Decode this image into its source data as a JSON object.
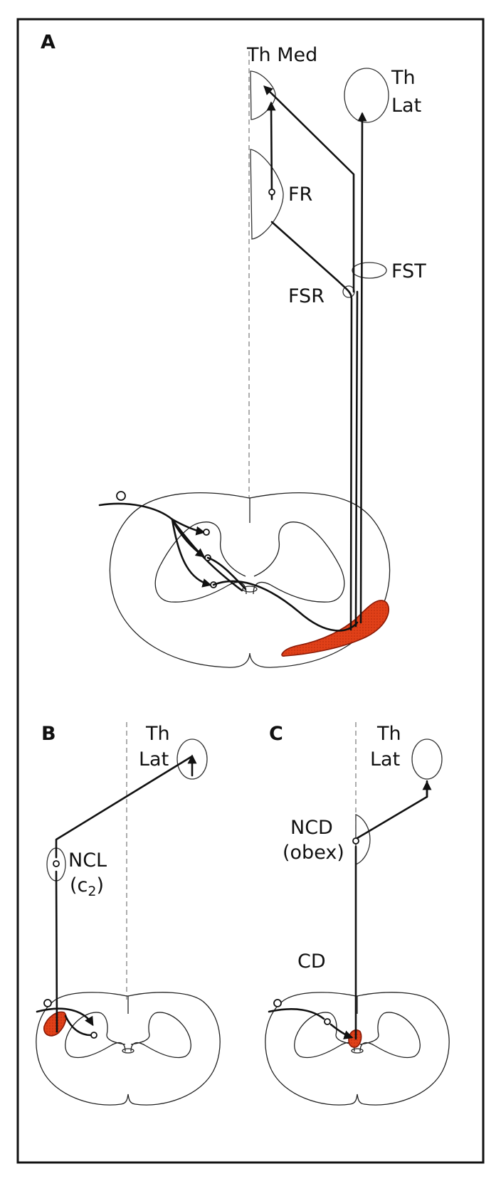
{
  "colors": {
    "lesion": "#e04018",
    "ink": "#111111",
    "midline": "#777777"
  },
  "panel_a": {
    "letter": "A",
    "th_med": "Th Med",
    "th_lat_1": "Th",
    "th_lat_2": "Lat",
    "fr": "FR",
    "fst": "FST",
    "fsr": "FSR"
  },
  "panel_b": {
    "letter": "B",
    "th_1": "Th",
    "th_2": "Lat",
    "ncl": "NCL",
    "ncl_sub": "(c",
    "ncl_sub_num": "2",
    "ncl_close": ")"
  },
  "panel_c": {
    "letter": "C",
    "th_1": "Th",
    "th_2": "Lat",
    "ncd": "NCD",
    "ncd_sub": "(obex)",
    "cd": "CD"
  }
}
